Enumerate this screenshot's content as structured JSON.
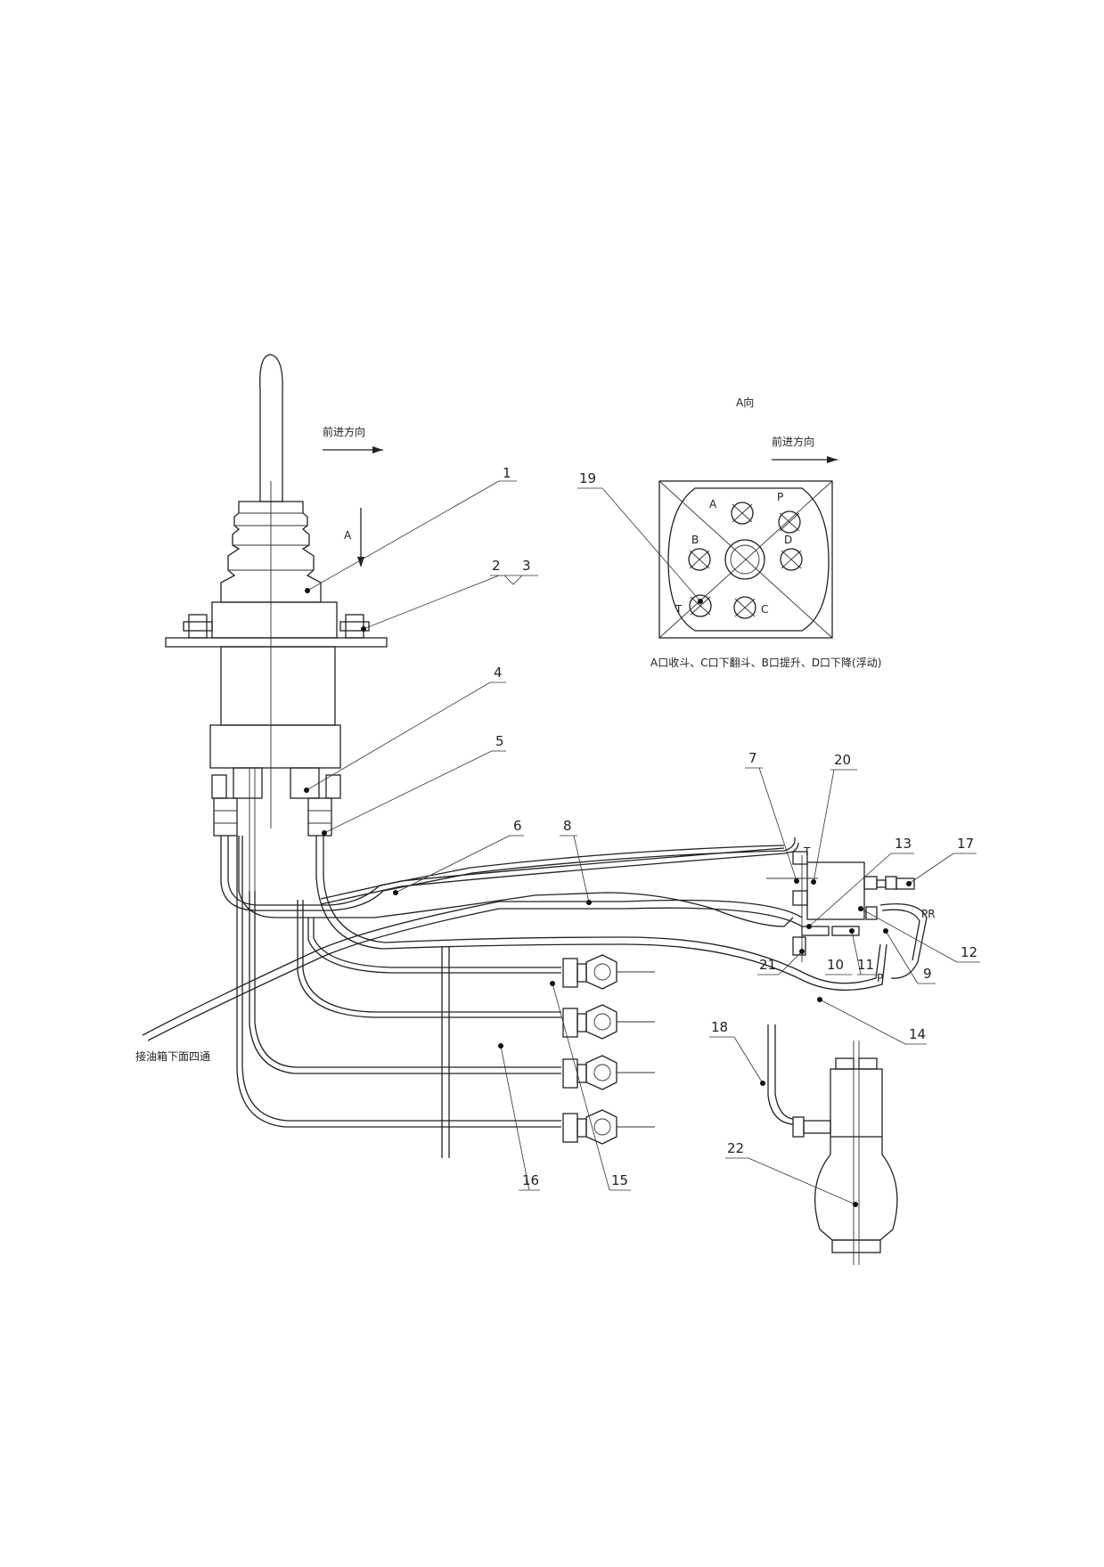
{
  "drawing": {
    "forward_direction_label_main": "前进方向",
    "view_a_title": "A向",
    "forward_direction_label_view": "前进方向",
    "view_arrow_label": "A",
    "port_legend": "A口收斗、C口下翻斗、B口提升、D口下降(浮动)",
    "tank_note": "接油箱下面四通",
    "ports": {
      "A": "A",
      "B": "B",
      "C": "C",
      "D": "D",
      "P": "P",
      "T": "T"
    },
    "valve_ports": {
      "T": "T",
      "P": "P",
      "PR": "PR"
    }
  },
  "part_numbers": {
    "n1": "1",
    "n2": "2",
    "n3": "3",
    "n4": "4",
    "n5": "5",
    "n6": "6",
    "n7": "7",
    "n8": "8",
    "n9": "9",
    "n10": "10",
    "n11": "11",
    "n12": "12",
    "n13": "13",
    "n14": "14",
    "n15": "15",
    "n16": "16",
    "n17": "17",
    "n18": "18",
    "n19": "19",
    "n20": "20",
    "n21": "21",
    "n22": "22"
  }
}
